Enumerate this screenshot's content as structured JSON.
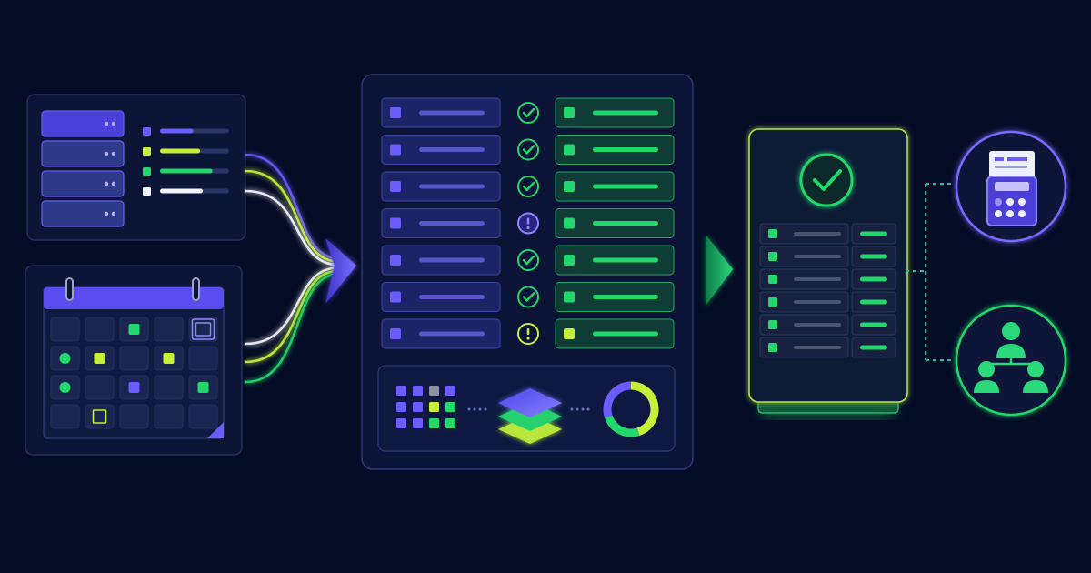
{
  "colors": {
    "background": "#050c26",
    "purple": "#6a5cff",
    "purple_light": "#8f86ff",
    "lime": "#c7ef3a",
    "green": "#22d76b",
    "white": "#f4f6ff",
    "panel": "#0c1535",
    "panel_border": "#26315e"
  },
  "sources": {
    "server_units": 4,
    "legend_levels": [
      {
        "color": "purple",
        "value": 0.48
      },
      {
        "color": "lime",
        "value": 0.58
      },
      {
        "color": "green",
        "value": 0.76
      },
      {
        "color": "white",
        "value": 0.62
      }
    ],
    "calendar": {
      "rows": [
        [
          "",
          "",
          "green",
          "",
          "purple-outline"
        ],
        [
          "green-dot",
          "lime",
          "",
          "lime",
          ""
        ],
        [
          "green-dot",
          "",
          "purple",
          "",
          "green"
        ],
        [
          "",
          "lime-outline",
          "",
          "",
          ""
        ]
      ]
    }
  },
  "connector_colors": [
    "purple",
    "lime",
    "white",
    "white",
    "lime",
    "green"
  ],
  "validation": {
    "rows": [
      {
        "status": "check"
      },
      {
        "status": "check"
      },
      {
        "status": "check"
      },
      {
        "status": "alert-purple"
      },
      {
        "status": "check"
      },
      {
        "status": "check"
      },
      {
        "status": "alert-lime"
      }
    ],
    "toolbar": {
      "grid_colors": [
        [
          "purple",
          "purple",
          "gray",
          "purple"
        ],
        [
          "purple",
          "purple",
          "lime",
          "green"
        ],
        [
          "purple",
          "purple",
          "green",
          "green"
        ]
      ],
      "donut_segments": [
        {
          "color": "lime",
          "value": 0.45
        },
        {
          "color": "green",
          "value": 0.25
        },
        {
          "color": "purple",
          "value": 0.3
        }
      ]
    }
  },
  "output_table": {
    "rows": 6,
    "status": "check"
  },
  "destinations": [
    {
      "icon": "calculator-document-icon"
    },
    {
      "icon": "org-chart-people-icon"
    }
  ]
}
